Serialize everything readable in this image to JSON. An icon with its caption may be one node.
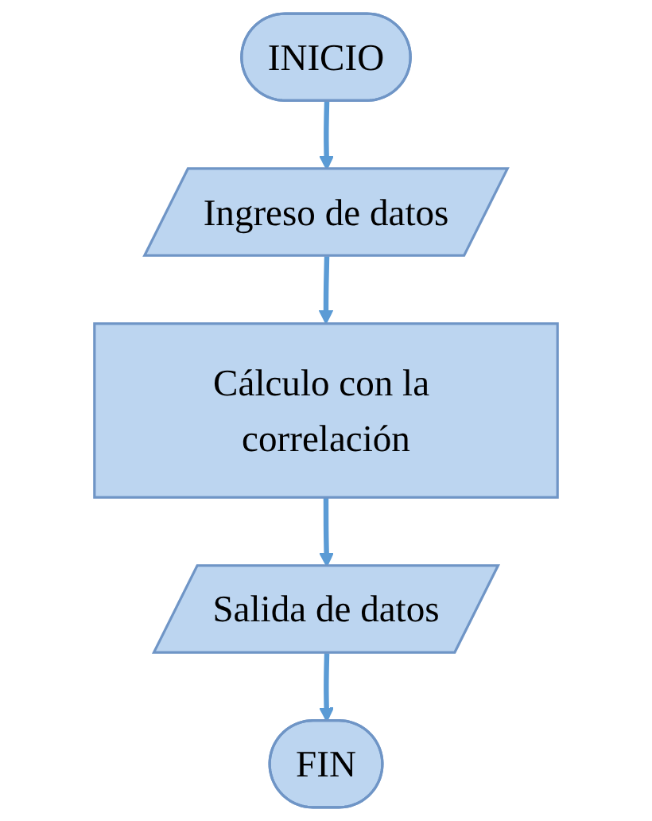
{
  "diagram": {
    "nodes": [
      {
        "text": [
          "INICIO"
        ]
      },
      {
        "text": [
          "Ingreso de datos"
        ]
      },
      {
        "text": [
          "Cálculo con la correlación"
        ]
      },
      {
        "text": [
          "Salida de datos"
        ]
      },
      {
        "text": [
          "FIN"
        ]
      }
    ],
    "edges": [
      {
        "from": 0,
        "to": 1,
        "arrow": "to"
      },
      {
        "from": 1,
        "to": 2,
        "arrow": "to"
      },
      {
        "from": 2,
        "to": 3,
        "arrow": "to"
      },
      {
        "from": 3,
        "to": 4,
        "arrow": "to"
      }
    ]
  }
}
